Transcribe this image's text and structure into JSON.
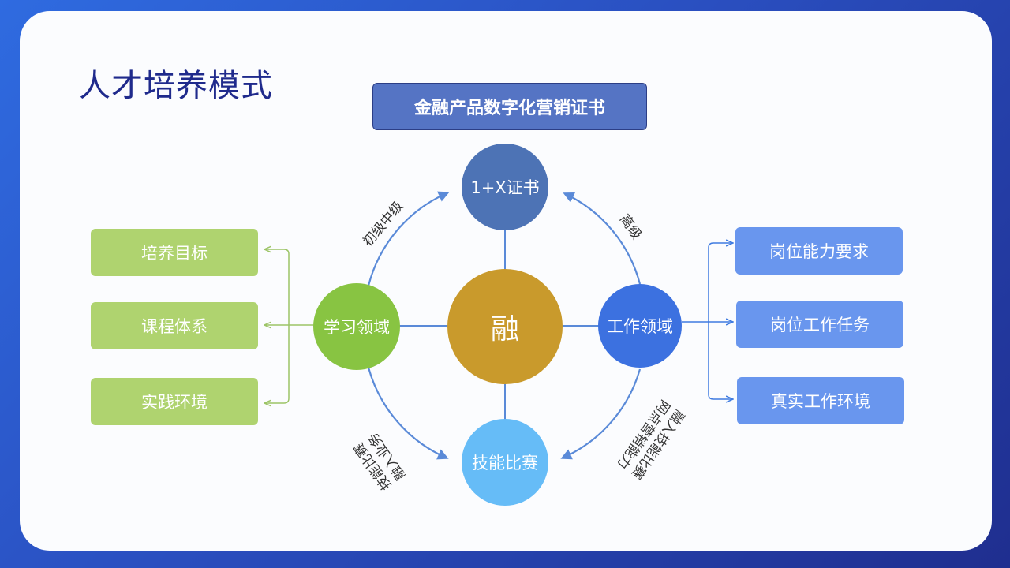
{
  "title": "人才培养模式",
  "banner": "金融产品数字化营销证书",
  "nodes": {
    "top": "1+X证书",
    "center": "融",
    "left": "学习领域",
    "right": "工作领域",
    "bottom": "技能比赛"
  },
  "arc_labels": {
    "top_left": "初级中级",
    "top_right": "高级",
    "bottom_left_line1": "技能比赛",
    "bottom_left_line2": "融入业务",
    "bottom_right_line1": "融入技能比赛",
    "bottom_right_line2": "网点营销能力"
  },
  "left_boxes": [
    "培养目标",
    "课程体系",
    "实践环境"
  ],
  "right_boxes": [
    "岗位能力要求",
    "岗位工作任务",
    "真实工作环境"
  ],
  "colors": {
    "background_gradient": [
      "#2f6be0",
      "#1f2e8f"
    ],
    "title": "#1f2a8c",
    "banner": "#5574c4",
    "node_top": "#4d73b5",
    "node_center": "#c99a2c",
    "node_left": "#88c442",
    "node_right": "#3c71e0",
    "node_bottom": "#66bcf7",
    "left_box": "#afd36f",
    "right_box": "#6996ee",
    "connector_green": "#9cc466",
    "connector_blue": "#3f7be0",
    "ring": "#5a8ad8"
  }
}
